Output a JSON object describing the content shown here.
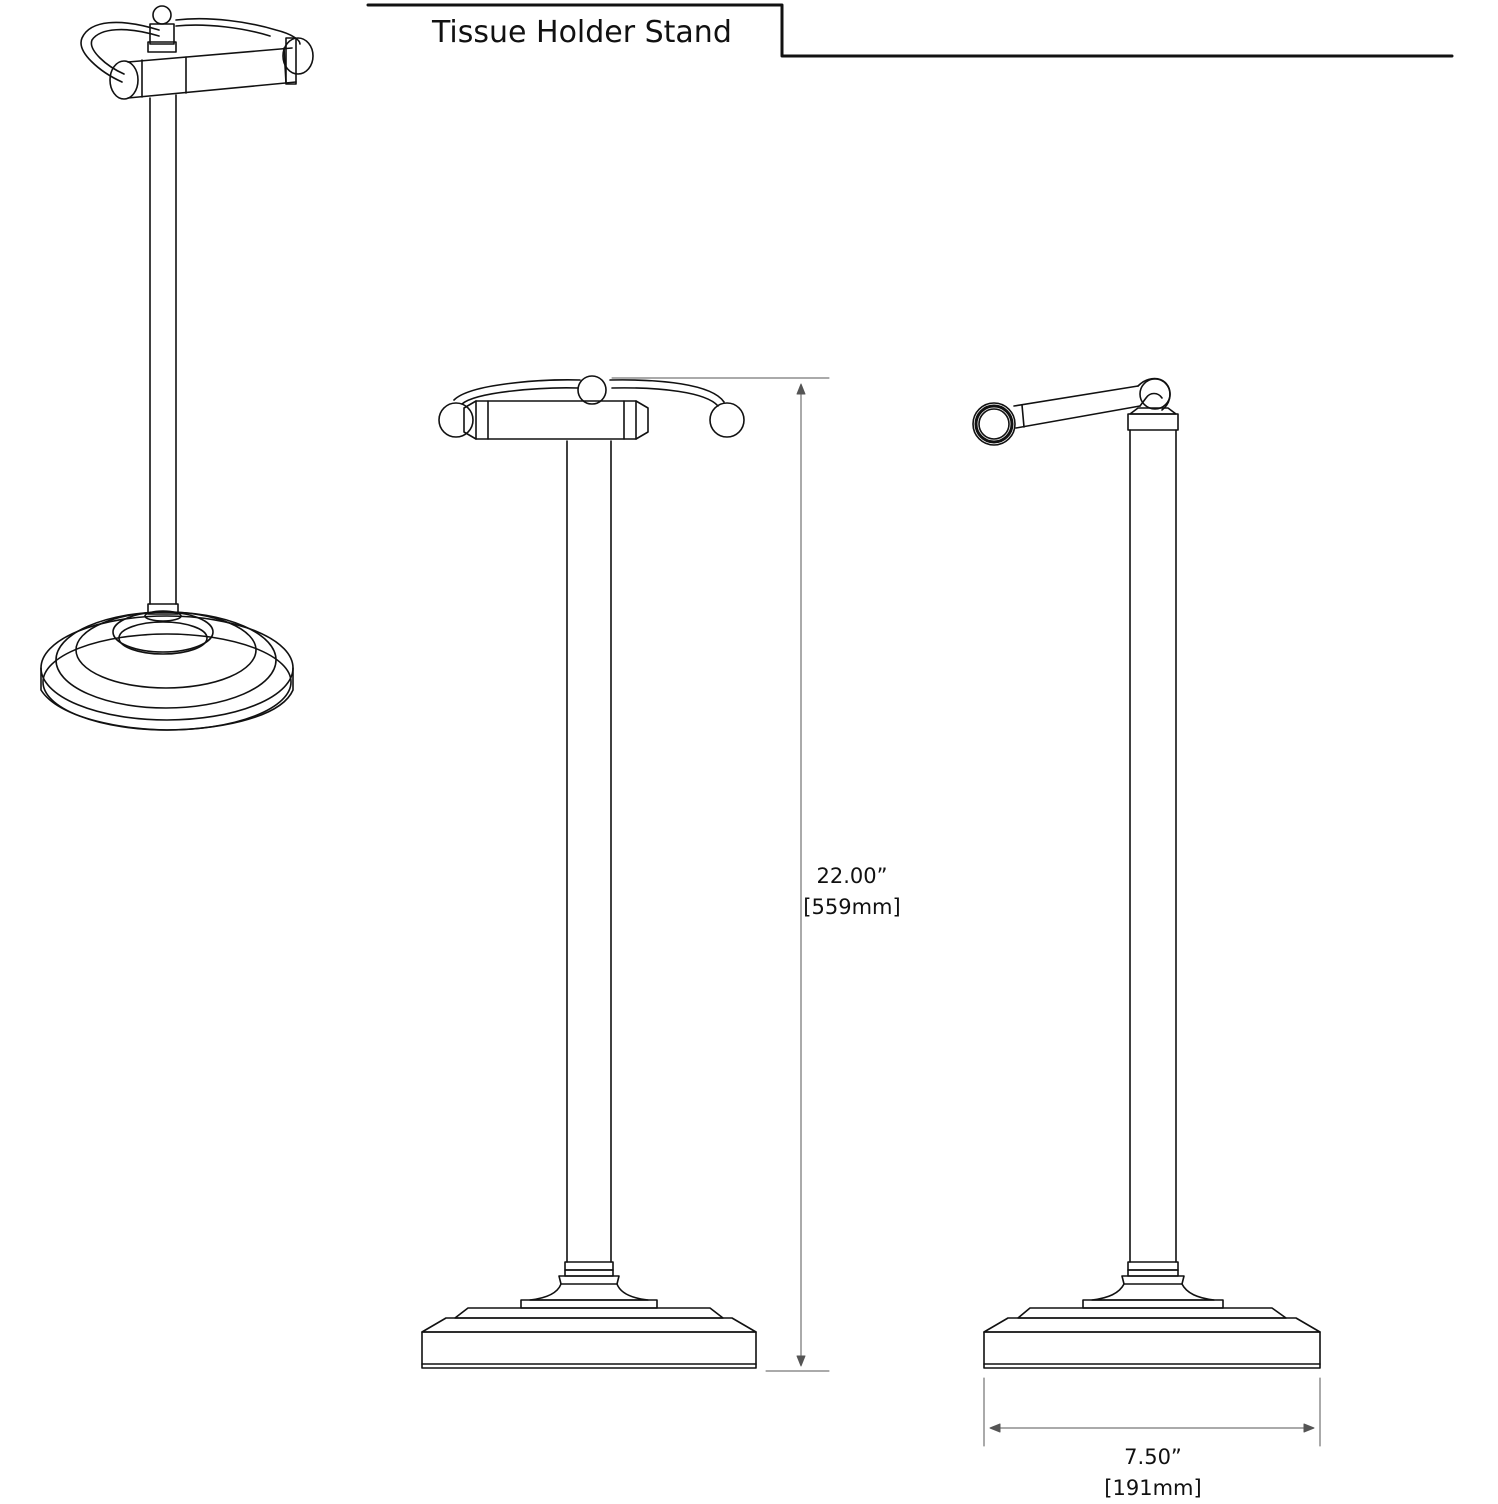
{
  "title": "Tissue Holder Stand",
  "dimensions": {
    "height": {
      "imperial": "22.00”",
      "metric": "[559mm]"
    },
    "width": {
      "imperial": "7.50”",
      "metric": "[191mm]"
    }
  },
  "views": {
    "perspective_icon": "tissue-stand-perspective-icon",
    "front_icon": "tissue-stand-front-icon",
    "side_icon": "tissue-stand-side-icon"
  },
  "colors": {
    "line": "#111111",
    "dimension_line": "#555555",
    "background": "#ffffff"
  }
}
